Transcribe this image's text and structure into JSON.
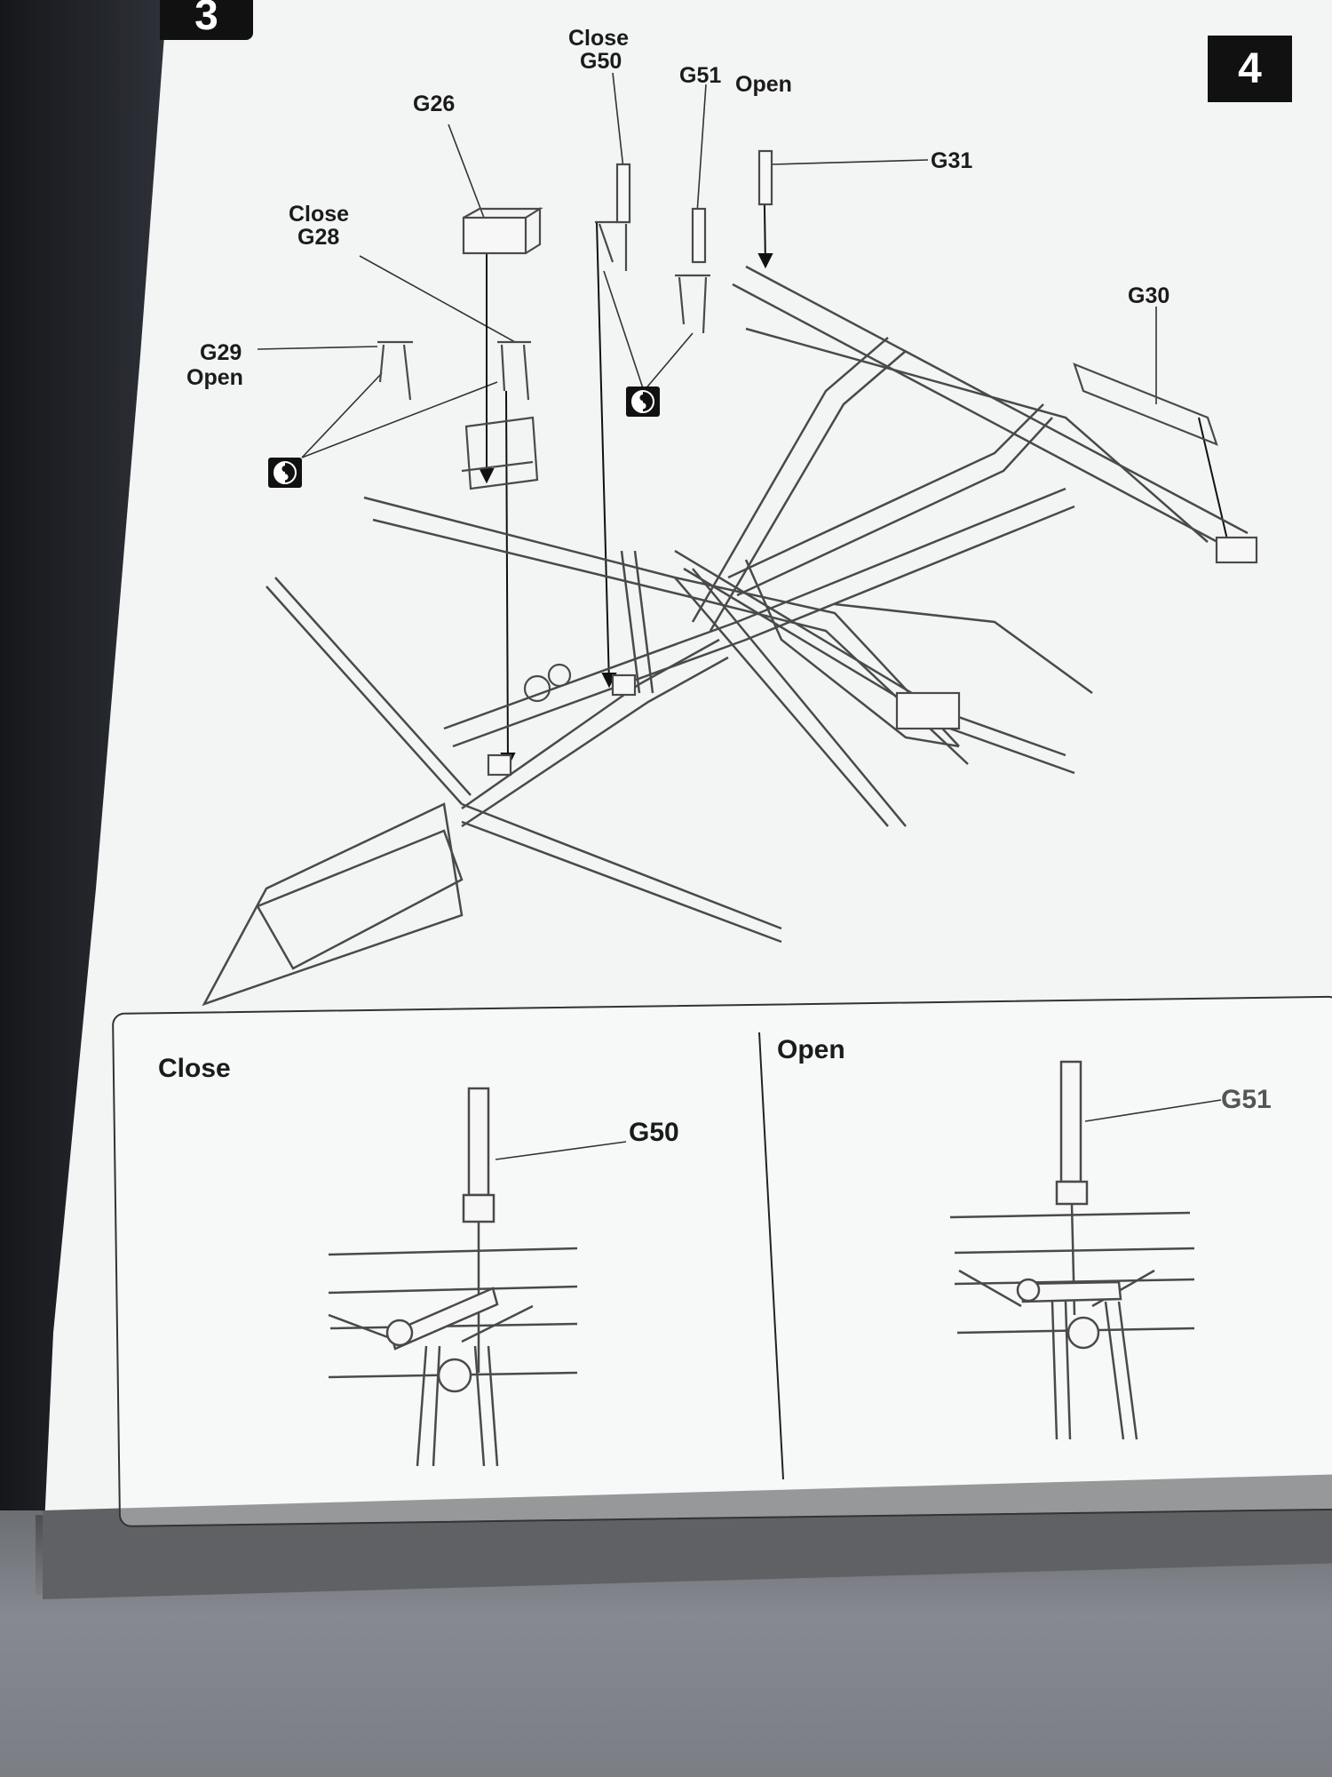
{
  "steps": {
    "current": "3",
    "next": "4"
  },
  "callouts": {
    "g26": "G26",
    "g28_state": "Close",
    "g28": "G28",
    "g29": "G29",
    "g29_state": "Open",
    "g50_state": "Close",
    "g50": "G50",
    "g51": "G51",
    "g51_state": "Open",
    "g31": "G31",
    "g30": "G30"
  },
  "icons": {
    "adhesive": "yin-yang-glue-icon"
  },
  "insets": {
    "close": {
      "title": "Close",
      "part": "G50"
    },
    "open": {
      "title": "Open",
      "part": "G51"
    }
  }
}
